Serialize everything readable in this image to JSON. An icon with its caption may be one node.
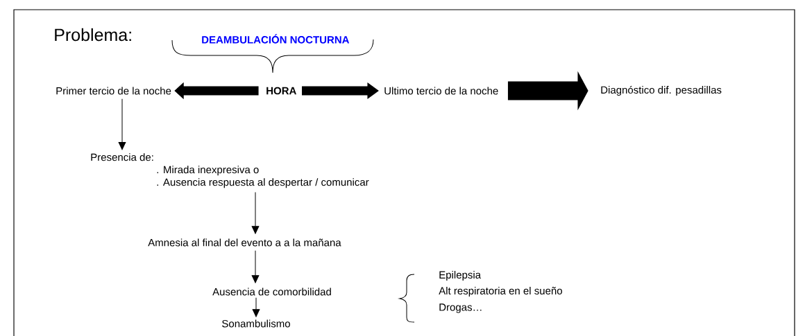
{
  "diagram": {
    "title": "Problema:",
    "nodes": [
      {
        "text": [
          "Primer tercio de la noche"
        ]
      },
      {
        "text": [
          "HORA"
        ]
      },
      {
        "text": [
          "Ultimo tercio de la noche"
        ]
      },
      {
        "text": [
          "Diagnóstico dif. pesadillas"
        ]
      },
      {
        "text": [
          "Presencia de:",
          ". Mirada inexpresiva o",
          ". Ausencia respuesta al despertar / comunicar"
        ]
      },
      {
        "text": [
          "Amnesia al final del evento a a la mañana"
        ]
      },
      {
        "text": [
          "Ausencia de comorbilidad"
        ]
      },
      {
        "text": [
          "Sonambulismo"
        ]
      }
    ],
    "edges": [
      {
        "from": 1,
        "to": 0,
        "arrow": "to",
        "style": "thick"
      },
      {
        "from": 1,
        "to": 2,
        "arrow": "to",
        "style": "thick"
      },
      {
        "from": 2,
        "to": 3,
        "arrow": "to",
        "style": "thick"
      },
      {
        "from": 0,
        "to": 4,
        "arrow": "to"
      },
      {
        "from": 4,
        "to": 5,
        "arrow": "to"
      },
      {
        "from": 5,
        "to": 6,
        "arrow": "to"
      },
      {
        "from": 6,
        "to": 7,
        "arrow": "to"
      }
    ],
    "labels": [
      "DEAMBULACIÓN NOCTURNA",
      "Epilepsia",
      "Alt respiratoria en el sueño",
      "Drogas…"
    ]
  }
}
